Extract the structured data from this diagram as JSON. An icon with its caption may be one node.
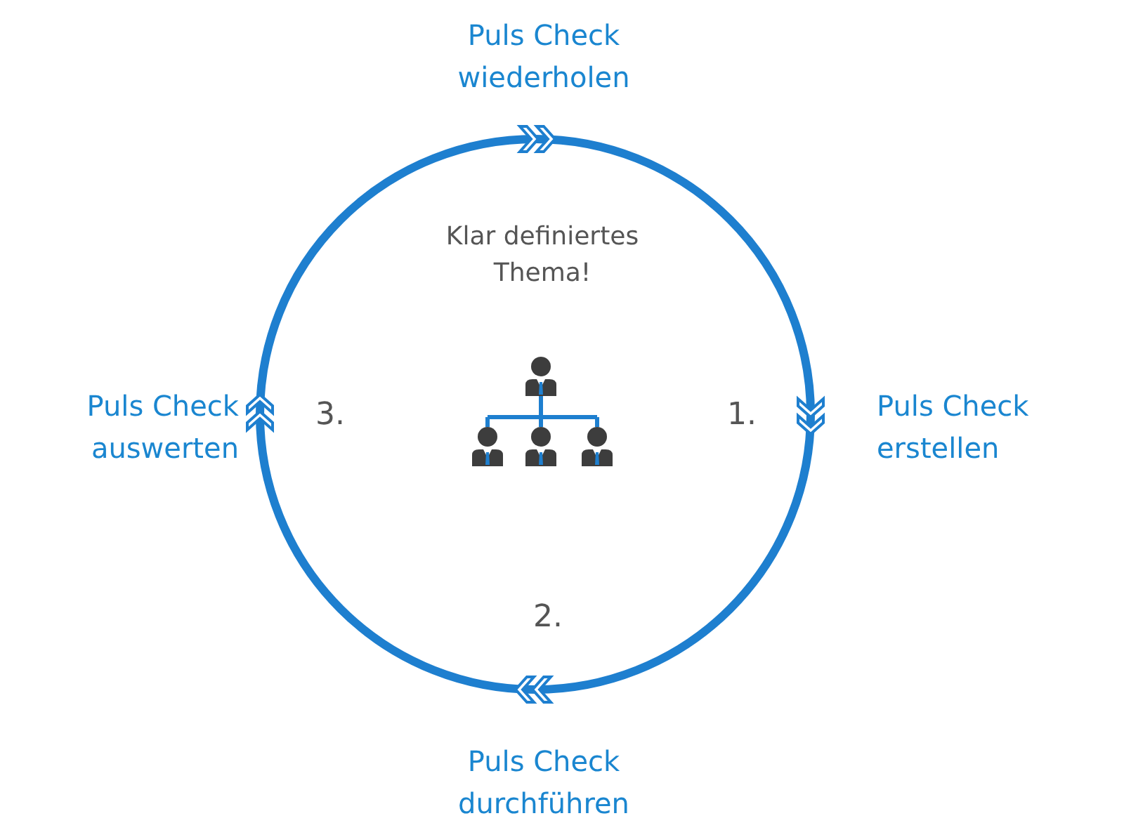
{
  "diagram": {
    "nodes": [
      {
        "text": [
          "Puls Check wiederholen"
        ]
      },
      {
        "text": [
          "Puls Check erstellen"
        ]
      },
      {
        "text": [
          "Puls Check durchführen"
        ]
      },
      {
        "text": [
          "Puls Check auswerten"
        ]
      }
    ],
    "labels": [
      "Klar definiertes Thema!",
      "3.",
      "1.",
      "2."
    ]
  }
}
